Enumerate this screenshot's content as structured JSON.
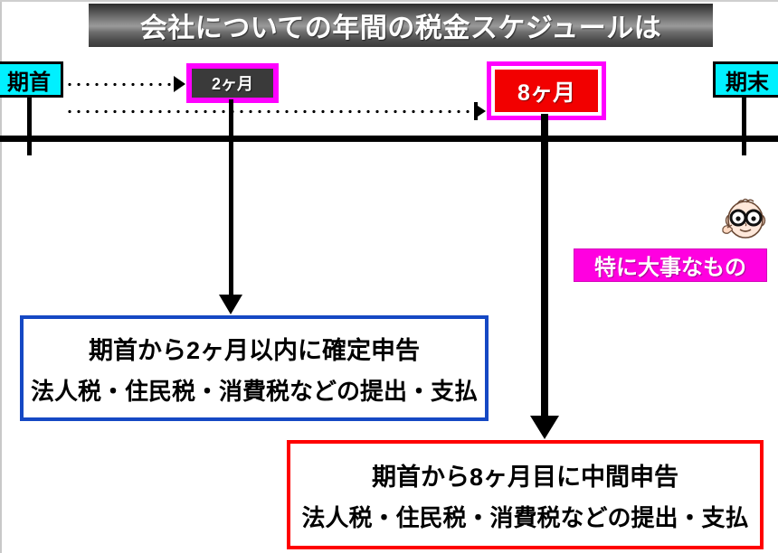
{
  "title": {
    "text": "会社についての年間の税金スケジュールは"
  },
  "timeline": {
    "start_label": "期首",
    "end_label": "期末",
    "markers": [
      {
        "label": "2ヶ月",
        "style": "dark-gray-on-magenta"
      },
      {
        "label": "8ヶ月",
        "style": "red-on-magenta"
      }
    ]
  },
  "callouts": [
    {
      "id": "two-month",
      "accent": "#1548c4",
      "line1": "期首から2ヶ月以内に確定申告",
      "line2": "法人税・住民税・消費税などの提出・支払"
    },
    {
      "id": "eight-month",
      "accent": "#ff0000",
      "line1": "期首から8ヶ月目に中間申告",
      "line2": "法人税・住民税・消費税などの提出・支払"
    }
  ],
  "badge": {
    "text": "特に大事なもの",
    "color": "#ff00e0"
  },
  "icons": {
    "face": "bespectacled-face-pointing-icon"
  },
  "colors": {
    "cyan": "#00f0ff",
    "magenta": "#ff00ff",
    "red": "#f20000",
    "blue": "#1548c4",
    "dark_gray": "#3a3a3a"
  }
}
